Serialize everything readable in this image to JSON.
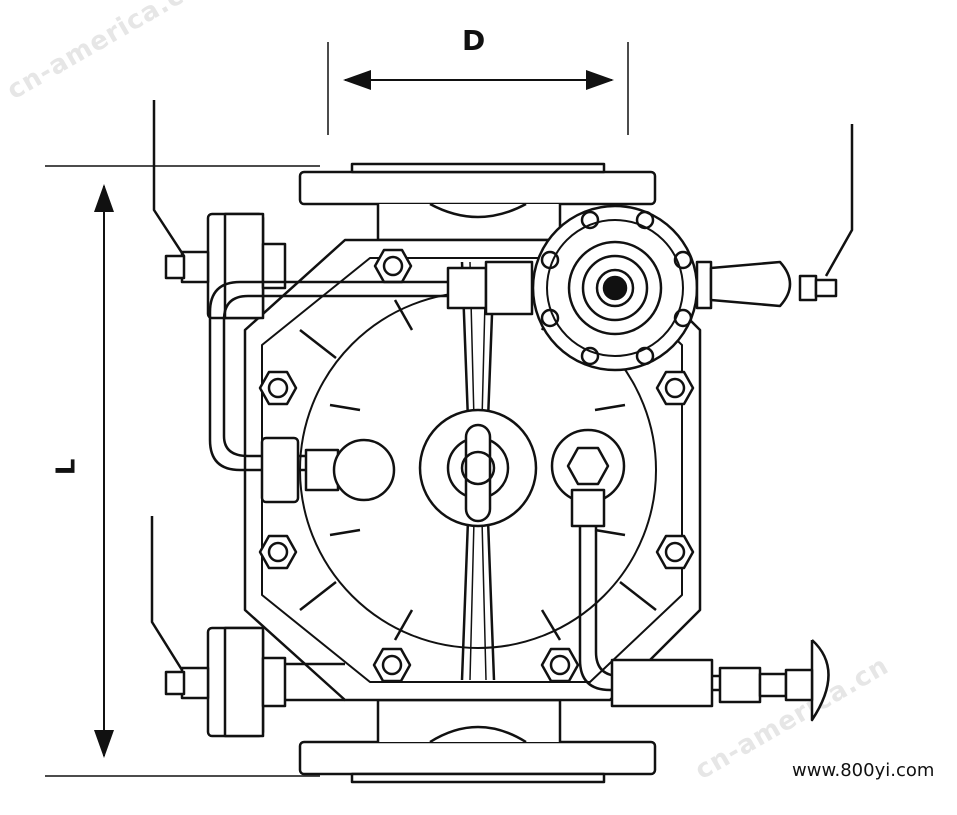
{
  "dimensions": {
    "d_label": "D",
    "l_label": "L"
  },
  "footer": {
    "url": "www.800yi.com"
  },
  "watermark": {
    "text": "cn-america.cn"
  },
  "colors": {
    "line": "#111111",
    "body_fill": "#ffffff",
    "watermark": "#e6e6e6"
  },
  "icons": {
    "pilot": "pilot-valve-icon",
    "ball_valve": "ball-valve-icon",
    "gauge": "gauge-icon"
  }
}
